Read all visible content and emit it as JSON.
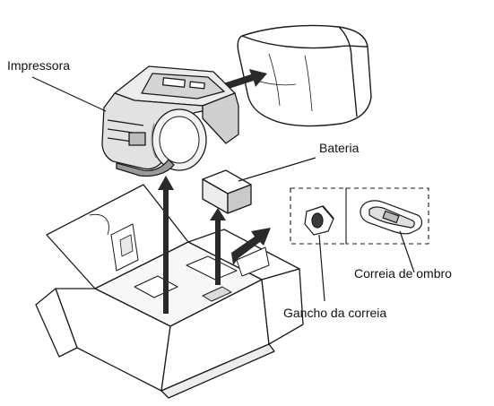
{
  "labels": {
    "printer": "Impressora",
    "battery": "Bateria",
    "belt_hook": "Gancho da correia",
    "shoulder_strap": "Correia de ombro"
  },
  "colors": {
    "line": "#1a1a1a",
    "arrow": "#2a2a2a",
    "printer_body": "#e6e6e6",
    "printer_shade": "#9a9a9a",
    "background": "#ffffff"
  }
}
